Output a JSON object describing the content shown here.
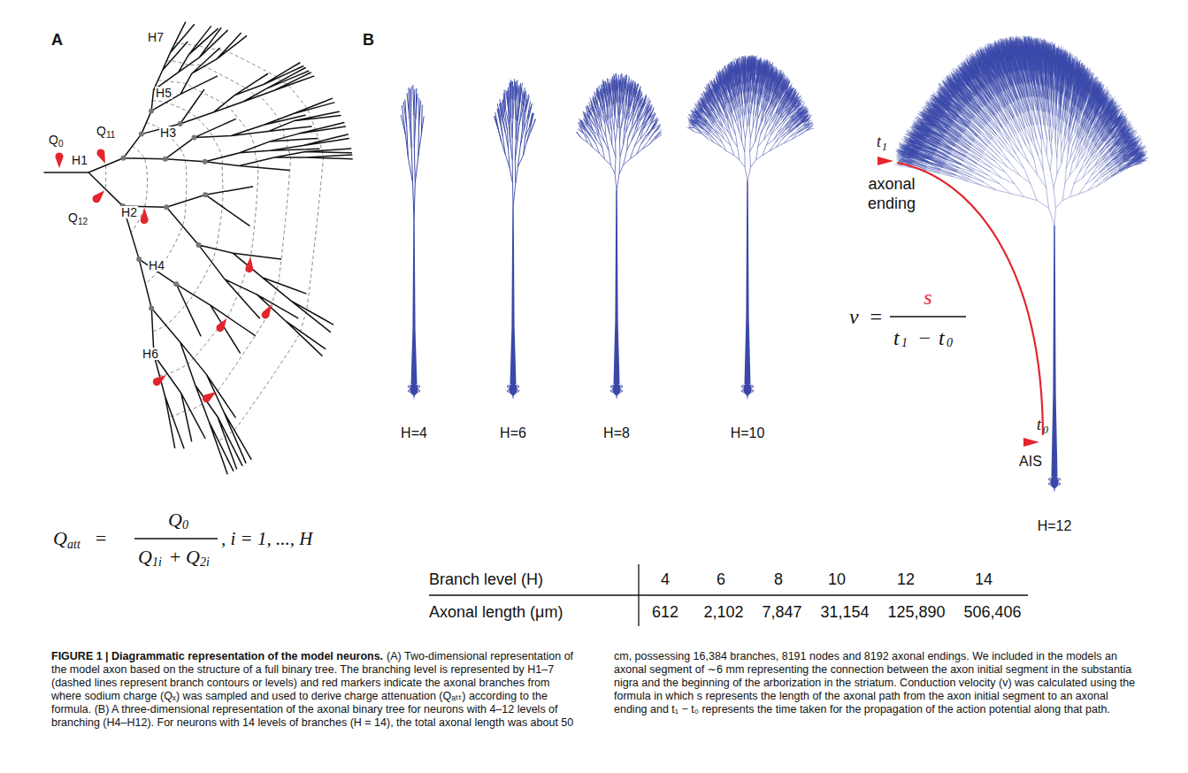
{
  "diagram": {
    "title": "FIGURE 1 | Diagrammatic representation of the model neurons.",
    "caption": "(A) Two-dimensional representation of the model axon based on the structure of a full binary tree. The branching level is represented by H1–7 (dashed lines represent branch contours or levels) and red markers indicate the axonal branches from where sodium charge (Qₓ) was sampled and used to derive charge attenuation (Qₐₜₜ) according to the formula. (B) A three-dimensional representation of the axonal binary tree for neurons with 4–12 levels of branching (H4–H12). For neurons with 14 levels of branches (H = 14), the total axonal length was about 50 cm, possessing 16,384 branches, 8191 nodes and 8192 axonal endings. We included in the models an axonal segment of ∼6 mm representing the connection between the axon initial segment in the substantia nigra and the beginning of the arborization in the striatum. Conduction velocity (v) was calculated using the formula in which s represents the length of the axonal path from the axon initial segment to an axonal ending and t₁ − t₀ represents the time taken for the propagation of the action potential along that path.",
    "labels": [
      "A",
      "H1",
      "H2",
      "H3",
      "H4",
      "H5",
      "H6",
      "H7",
      "Q",
      "0",
      "Q",
      "11",
      "Q",
      "12",
      "Q",
      "att",
      "=",
      "Q",
      "0",
      "Q",
      "1i",
      "+",
      "Q",
      "2i",
      ", i = 1, ..., H",
      "B",
      "H=4",
      "H=6",
      "H=8",
      "H=10",
      "H=12",
      "t",
      "1",
      "axonal ending",
      "v",
      "=",
      "s",
      "t",
      "1",
      "−",
      "t",
      "0",
      "t",
      "0",
      "AIS",
      "Branch level (H)",
      "4",
      "6",
      "8",
      "10",
      "12",
      "14",
      "Axonal length (μm)",
      "612",
      "2,102",
      "7,847",
      "31,154",
      "125,890",
      "506,406"
    ]
  }
}
